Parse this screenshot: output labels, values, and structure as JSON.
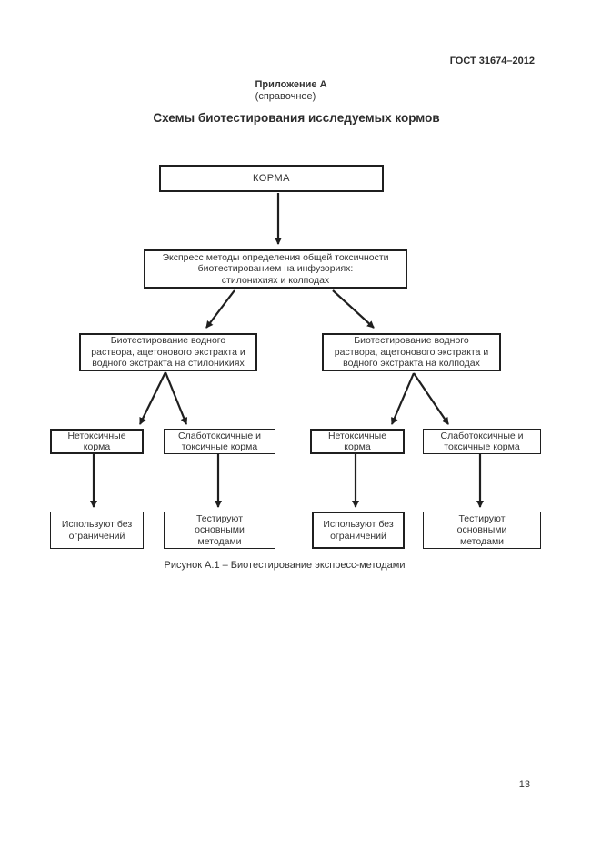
{
  "document": {
    "standard_ref": "ГОСТ 31674–2012",
    "annex_label": "Приложение А",
    "annex_type": "(справочное)",
    "title": "Схемы биотестирования исследуемых кормов",
    "figure_caption": "Рисунок А.1 – Биотестирование экспресс-методами",
    "page_number": "13"
  },
  "flowchart": {
    "nodes": {
      "korma": "КОРМА",
      "express": "Экспресс методы определения общей токсичности\nбиотестированием на инфузориях:\nстилонихиях и колподах",
      "stylonychia": "Биотестирование водного\nраствора, ацетонового экстракта и\nводного экстракта на стилонихиях",
      "colpoda": "Биотестирование водного\nраствора, ацетонового экстракта и\nводного экстракта на колподах",
      "nontoxic_left": "Нетоксичные\nкорма",
      "slightly_toxic_left": "Слаботоксичные и\nтоксичные корма",
      "nontoxic_right": "Нетоксичные\nкорма",
      "slightly_toxic_right": "Слаботоксичные и\nтоксичные корма",
      "use_without_limits_left": "Используют без\nограничений",
      "test_basic_methods_left": "Тестируют\nосновными\nметодами",
      "use_without_limits_right": "Используют без\nограничений",
      "test_basic_methods_right": "Тестируют\nосновными\nметодами"
    }
  },
  "colors": {
    "text": "#333333",
    "line": "#1f1f1f",
    "background": "#ffffff"
  }
}
